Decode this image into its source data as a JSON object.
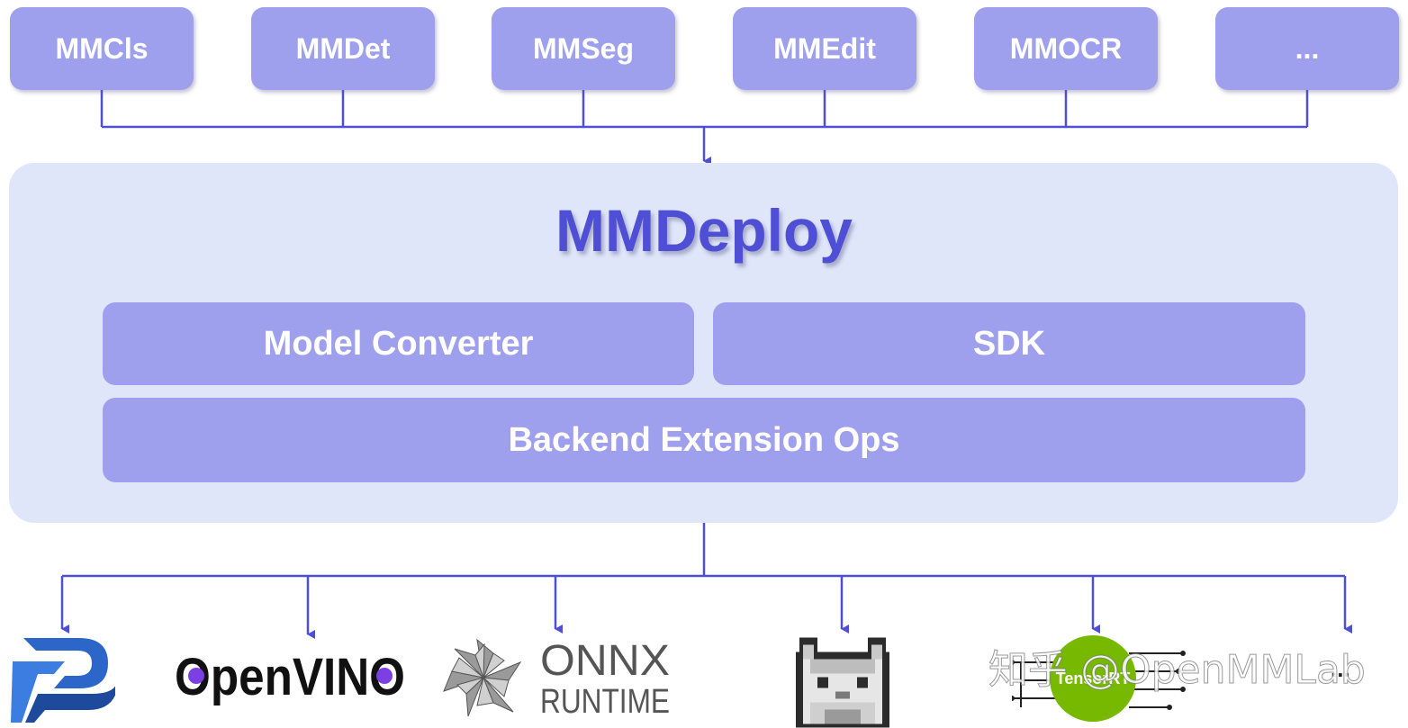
{
  "codebases": [
    "MMCls",
    "MMDet",
    "MMSeg",
    "MMEdit",
    "MMOCR",
    "..."
  ],
  "center": {
    "title": "MMDeploy",
    "model_converter": "Model Converter",
    "sdk": "SDK",
    "backend_ops": "Backend Extension Ops"
  },
  "backends": {
    "openvino": "OpenVINO",
    "onnx_line1": "ONNX",
    "onnx_line2": "RUNTIME",
    "tensorrt": "TensorRT",
    "more": "..."
  },
  "watermark": "知乎 @OpenMMLab",
  "colors": {
    "box": "#9ea0ee",
    "panel": "#dfe6fa",
    "title": "#4f4fd6",
    "connector": "#4f4fd6",
    "tensorrt_green": "#76b900"
  },
  "icons": [
    "paddle-logo-icon",
    "openvino-logo-icon",
    "onnx-runtime-logo-icon",
    "ncnn-logo-icon",
    "tensorrt-logo-icon"
  ]
}
